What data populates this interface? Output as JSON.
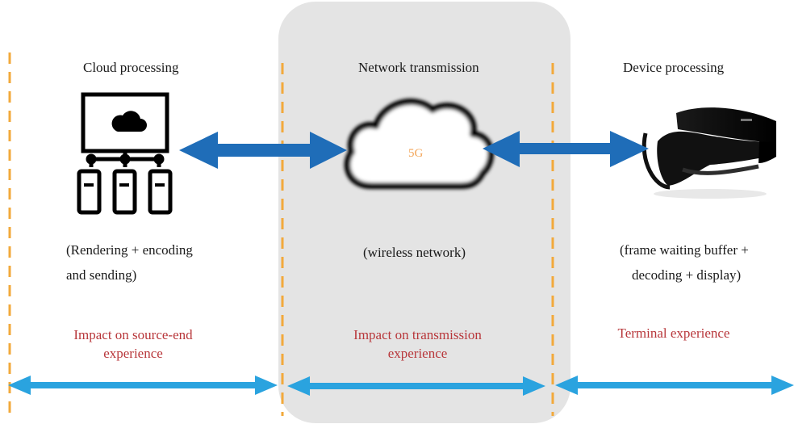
{
  "columns": {
    "cloud": {
      "title": "Cloud processing",
      "desc_line1": "(Rendering + encoding",
      "desc_line2": "and sending)",
      "impact_line1": "Impact on source-end",
      "impact_line2": "experience"
    },
    "network": {
      "title": "Network transmission",
      "cloud_label": "5G",
      "desc_line1": "(wireless network)",
      "impact_line1": "Impact on transmission",
      "impact_line2": "experience"
    },
    "device": {
      "title": "Device processing",
      "desc_line1": "(frame waiting buffer +",
      "desc_line2": "decoding + display)",
      "impact_line1": "Terminal experience"
    }
  },
  "colors": {
    "divider": "#f2a93b",
    "dark_arrow": "#1f6db8",
    "light_arrow": "#2aa3df",
    "impact_text": "#b8373b",
    "panel": "#e4e4e4"
  },
  "icons": [
    "server-cloud-icon",
    "cloud-icon",
    "vr-headset-icon"
  ]
}
